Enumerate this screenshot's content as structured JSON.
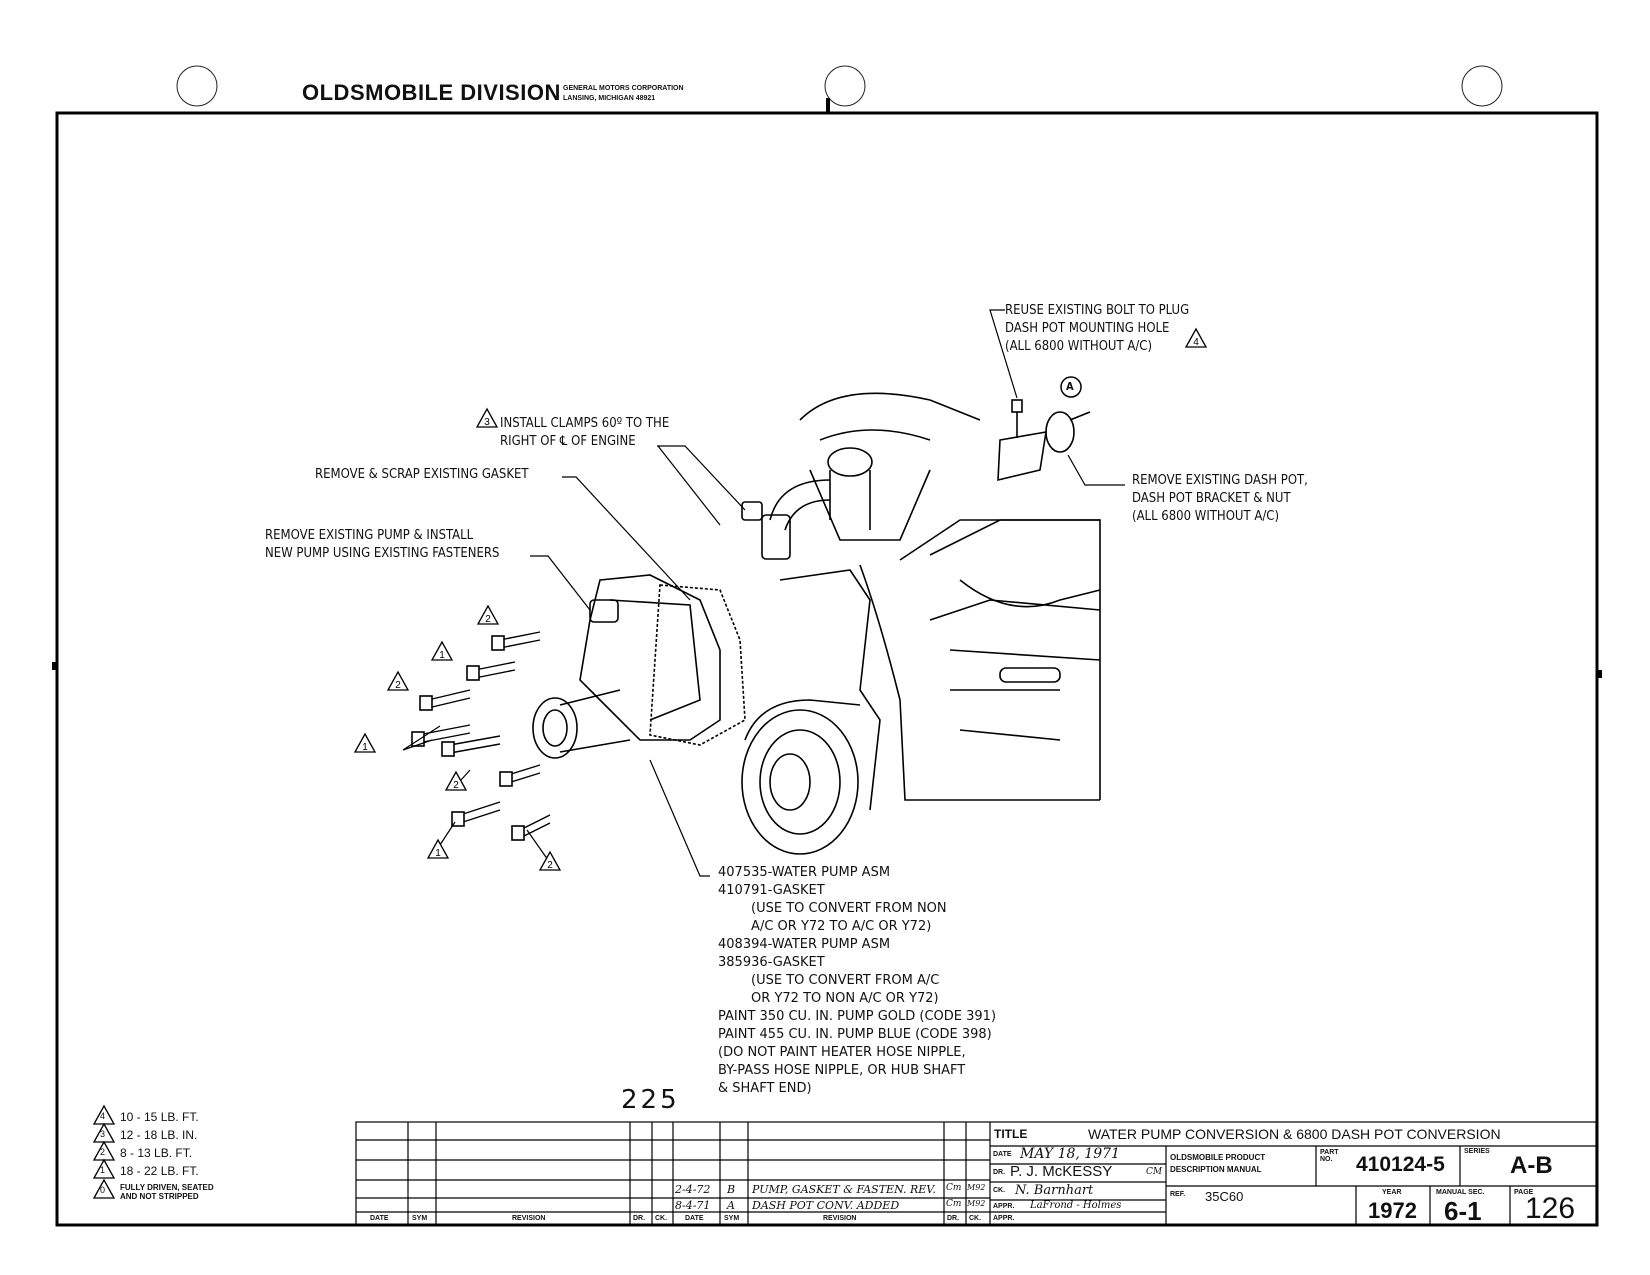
{
  "header": {
    "division": "OLDSMOBILE DIVISION",
    "corp_line1": "GENERAL MOTORS CORPORATION",
    "corp_line2": "LANSING, MICHIGAN 48921"
  },
  "callouts": {
    "reuse_bolt": "REUSE EXISTING BOLT TO PLUG\nDASH POT MOUNTING HOLE\n(ALL 6800 WITHOUT A/C)",
    "reuse_bolt_flag": "4",
    "callout_a": "A",
    "install_clamps": "INSTALL CLAMPS 60º TO THE\nRIGHT OF ℄ OF ENGINE",
    "install_clamps_flag": "3",
    "remove_gasket": "REMOVE & SCRAP EXISTING GASKET",
    "remove_pump": "REMOVE EXISTING PUMP & INSTALL\nNEW PUMP USING EXISTING FASTENERS",
    "remove_dashpot": "REMOVE EXISTING DASH POT,\nDASH POT BRACKET & NUT\n(ALL 6800 WITHOUT A/C)"
  },
  "bolt_flags": [
    "2",
    "1",
    "2",
    "1",
    "2",
    "1",
    "2"
  ],
  "parts_note": "407535-WATER PUMP ASM\n410791-GASKET\n        (USE TO CONVERT FROM NON\n        A/C OR Y72 TO A/C OR Y72)\n408394-WATER PUMP ASM\n385936-GASKET\n        (USE TO CONVERT FROM A/C\n        OR Y72 TO NON A/C OR Y72)\nPAINT 350 CU. IN. PUMP GOLD (CODE 391)\nPAINT 455 CU. IN. PUMP BLUE (CODE 398)\n(DO NOT PAINT HEATER HOSE NIPPLE,\nBY-PASS HOSE NIPPLE, OR HUB SHAFT\n& SHAFT END)",
  "page_stamp": "225",
  "legend": [
    {
      "flag": "4",
      "text": "10 - 15 LB. FT."
    },
    {
      "flag": "3",
      "text": "12 - 18 LB. IN."
    },
    {
      "flag": "2",
      "text": "8 - 13 LB. FT."
    },
    {
      "flag": "1",
      "text": "18 - 22 LB. FT."
    },
    {
      "flag": "0",
      "text": "FULLY DRIVEN, SEATED\nAND NOT STRIPPED"
    }
  ],
  "revision_table": {
    "headers": [
      "DATE",
      "SYM",
      "REVISION",
      "DR.",
      "CK."
    ],
    "rows": [
      {
        "date": "2-4-72",
        "sym": "B",
        "revision": "PUMP, GASKET & FASTEN. REV.",
        "dr": "Cm",
        "ck": "M92"
      },
      {
        "date": "8-4-71",
        "sym": "A",
        "revision": "DASH POT CONV. ADDED",
        "dr": "Cm",
        "ck": "M92"
      }
    ]
  },
  "title_block": {
    "title_label": "TITLE",
    "title": "WATER PUMP CONVERSION & 6800 DASH POT CONVERSION",
    "date_label": "DATE",
    "date": "MAY 18, 1971",
    "dr_label": "DR.",
    "dr": "P. J. McKESSY",
    "dr_initials": "CM",
    "ck_label": "CK.",
    "ck": "N. Barnhart",
    "appr_label": "APPR.",
    "appr": "LaFrond - Holmes",
    "appr2_label": "APPR.",
    "manual_name": "OLDSMOBILE PRODUCT\nDESCRIPTION MANUAL",
    "ref_label": "REF.",
    "ref": "35C60",
    "part_label": "PART\nNO.",
    "part_no": "410124-5",
    "series_label": "SERIES",
    "series": "A-B",
    "year_label": "YEAR",
    "year": "1972",
    "manual_sec_label": "MANUAL SEC.",
    "manual_sec": "6-1",
    "page_label": "PAGE",
    "page": "126"
  }
}
